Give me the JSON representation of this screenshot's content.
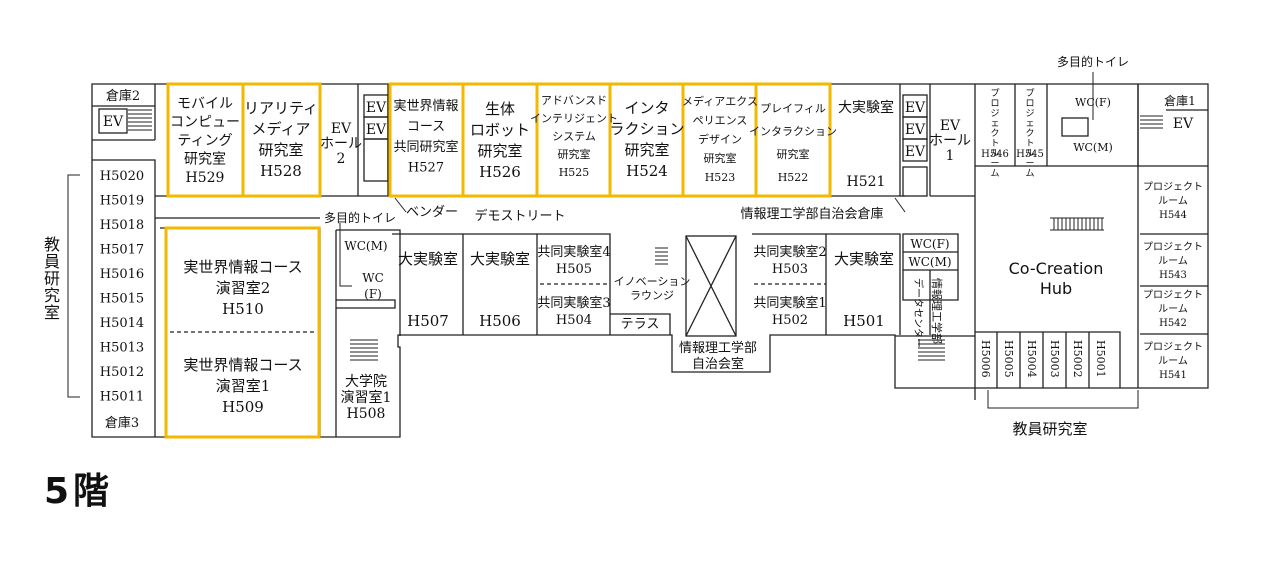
{
  "floor_label": "5階",
  "highlight_color": "#f5b800",
  "line_color": "#222222",
  "rooms": {
    "storage2": "倉庫2",
    "ev_left": "EV",
    "h529": [
      "モバイル",
      "コンピュー",
      "ティング",
      "研究室",
      "H529"
    ],
    "h528": [
      "リアリティ",
      "メディア",
      "研究室",
      "H528"
    ],
    "ev_hall2": [
      "EV",
      "ホール",
      "2"
    ],
    "ev": "EV",
    "h527": [
      "実世界情報",
      "コース",
      "共同研究室",
      "H527"
    ],
    "h526": [
      "生体",
      "ロボット",
      "研究室",
      "H526"
    ],
    "h525": [
      "アドバンスド",
      "インテリジェント",
      "システム",
      "研究室",
      "H525"
    ],
    "h524": [
      "インタ",
      "ラクション",
      "研究室",
      "H524"
    ],
    "h523": [
      "メディアエクス",
      "ペリエンス",
      "デザイン",
      "研究室",
      "H523"
    ],
    "h522": [
      "プレイフィル",
      "インタラクション",
      "研究室",
      "H522"
    ],
    "h521": [
      "大実験室",
      "H521"
    ],
    "ev_hall1": [
      "EV",
      "ホール",
      "1"
    ],
    "proj_h546": [
      "プロジェクトルーム",
      "H546"
    ],
    "proj_h545": [
      "プロジェクトルーム",
      "H545"
    ],
    "multi_toilet_top": "多目的トイレ",
    "wc_f": "WC(F)",
    "wc_m": "WC(M)",
    "storage1": "倉庫1",
    "faculty_left": [
      "H5020",
      "H5019",
      "H5018",
      "H5017",
      "H5016",
      "H5015",
      "H5014",
      "H5013",
      "H5012",
      "H5011"
    ],
    "storage3": "倉庫3",
    "faculty_label": "教員研究室",
    "h510": [
      "実世界情報コース",
      "演習室2",
      "H510"
    ],
    "h509": [
      "実世界情報コース",
      "演習室1",
      "H509"
    ],
    "vending": "ベンダー",
    "demo_street": "デモストリート",
    "council_storage": "情報理工学部自治会倉庫",
    "multi_toilet_mid": "多目的トイレ",
    "wc_m_mid": "WC(M)",
    "wc_f_mid": [
      "WC",
      "(F)"
    ],
    "h507": [
      "大実験室",
      "H507"
    ],
    "h506": [
      "大実験室",
      "H506"
    ],
    "h505": [
      "共同実験室4",
      "H505"
    ],
    "h504": [
      "共同実験室3",
      "H504"
    ],
    "innovation_lounge": [
      "イノベーション",
      "ラウンジ"
    ],
    "terrace": "テラス",
    "student_council": [
      "情報理工学部",
      "自治会室"
    ],
    "h503": [
      "共同実験室2",
      "H503"
    ],
    "h502": [
      "共同実験室1",
      "H502"
    ],
    "h501": [
      "大実験室",
      "H501"
    ],
    "wc_f_right": "WC(F)",
    "wc_m_right": "WC(M)",
    "data_center": [
      "データセンター",
      "情報理工学部"
    ],
    "h508": [
      "大学院",
      "演習室1",
      "H508"
    ],
    "co_creation": [
      "Co-Creation",
      "Hub"
    ],
    "faculty_bottom": [
      "H5006",
      "H5005",
      "H5004",
      "H5003",
      "H5002",
      "H5001"
    ],
    "proj_h544": [
      "プロジェクト",
      "ルーム",
      "H544"
    ],
    "proj_h543": [
      "プロジェクト",
      "ルーム",
      "H543"
    ],
    "proj_h542": [
      "プロジェクト",
      "ルーム",
      "H542"
    ],
    "proj_h541": [
      "プロジェクト",
      "ルーム",
      "H541"
    ]
  }
}
